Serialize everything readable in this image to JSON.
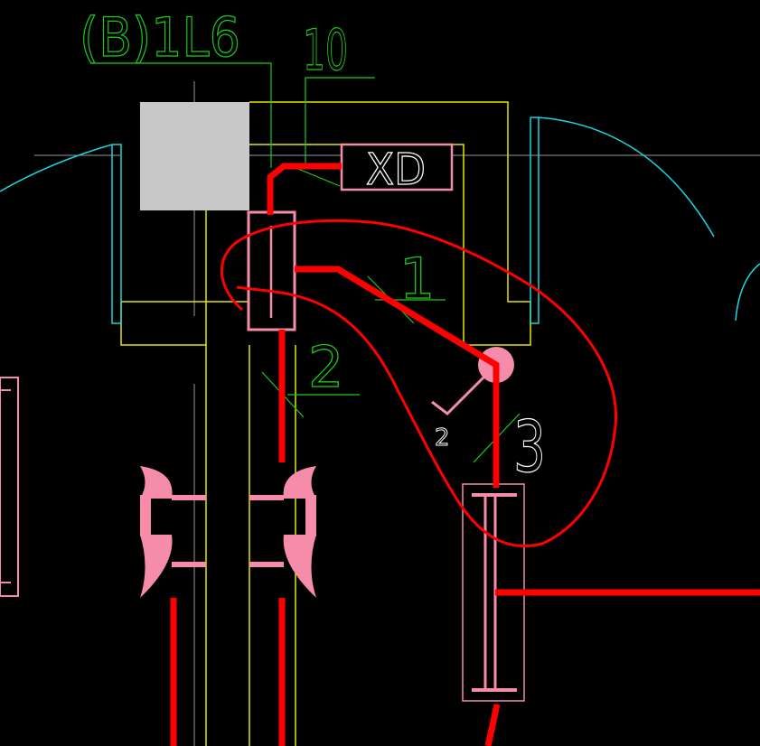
{
  "colors": {
    "background": "#000000",
    "wall_yellow": "#e6e600",
    "door_cyan": "#19d6e0",
    "annotation_green": "#19cc19",
    "pipe_red": "#ff0000",
    "fixture_pink": "#f48caa",
    "column_gray": "#c8c8c8",
    "axis_gray": "#9a9a9a",
    "text_white": "#ffffff"
  },
  "labels": {
    "wall_tag": "(B)1L6",
    "wall_tag_number": "10",
    "box_label": "XD",
    "pipe_1": "1",
    "pipe_2": "2",
    "pipe_3": "3",
    "valve_small": "2"
  }
}
